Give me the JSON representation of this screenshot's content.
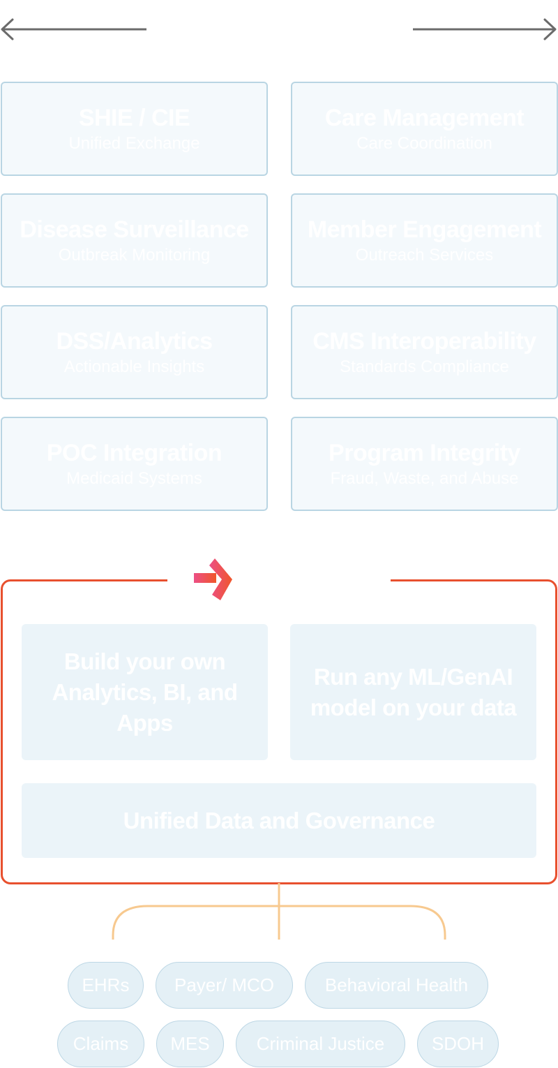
{
  "colors": {
    "arrow": "#6b6b6b",
    "card_border": "#b9d5e3",
    "card_fill": "#f4f9fc",
    "frame_border": "#e8502e",
    "tile_fill": "#ebf4f9",
    "connector": "#f7c98f",
    "pill_fill": "#e4f0f6",
    "pill_border": "#bdd7e5",
    "logo_gradient": [
      "#ec4f86",
      "#f0562a"
    ]
  },
  "solutions": [
    {
      "title": "SHIE / CIE",
      "subtitle": "Unified Exchange"
    },
    {
      "title": "Care Management",
      "subtitle": "Care Coordination"
    },
    {
      "title": "Disease Surveillance",
      "subtitle": "Outbreak Monitoring"
    },
    {
      "title": "Member Engagement",
      "subtitle": "Outreach Services"
    },
    {
      "title": "DSS/Analytics",
      "subtitle": "Actionable Insights"
    },
    {
      "title": "CMS Interoperability",
      "subtitle": "Standards Compliance"
    },
    {
      "title": "POC Integration",
      "subtitle": "Medicaid Systems"
    },
    {
      "title": "Program Integrity",
      "subtitle": "Fraud, Waste, and Abuse"
    }
  ],
  "platform": {
    "logo_icon": "chevron-arrow-logo-icon",
    "tiles": {
      "build": "Build your own Analytics, BI, and Apps",
      "run": "Run any ML/GenAI model on your data",
      "governance": "Unified Data and Governance"
    }
  },
  "sources": {
    "row1": [
      "EHRs",
      "Payer/ MCO",
      "Behavioral Health"
    ],
    "row2": [
      "Claims",
      "MES",
      "Criminal Justice",
      "SDOH"
    ]
  }
}
